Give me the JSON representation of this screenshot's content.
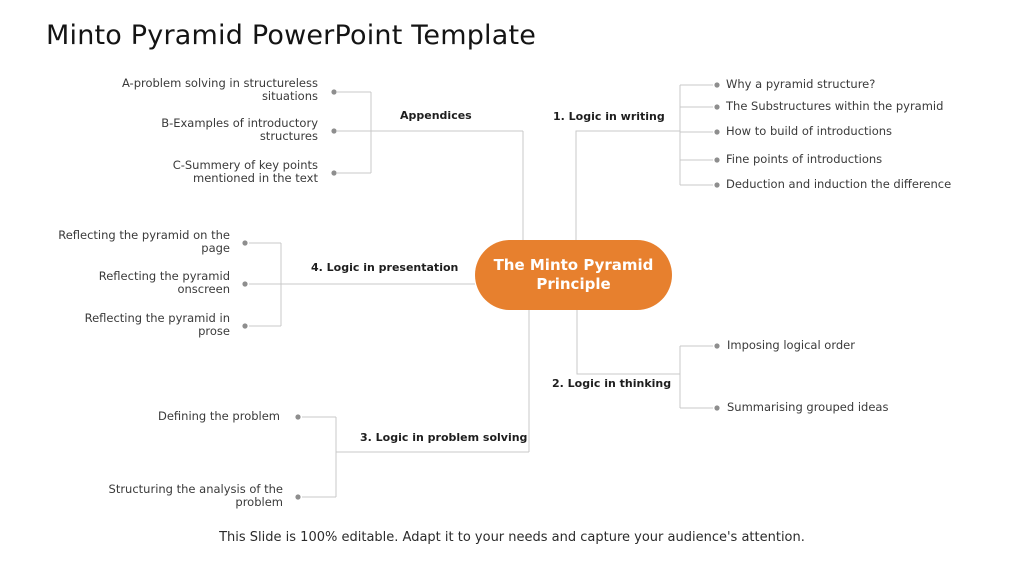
{
  "slide": {
    "title": "Minto Pyramid PowerPoint Template",
    "footer": "This Slide is 100% editable. Adapt it to your needs and capture your audience's attention."
  },
  "center_node": {
    "label": "The Minto Pyramid\nPrinciple"
  },
  "branches": {
    "appendices": {
      "label": "Appendices",
      "items": [
        "A-problem solving in structureless\nsituations",
        "B-Examples of introductory\nstructures",
        "C-Summery of key points\nmentioned in the text"
      ]
    },
    "writing": {
      "label": "1. Logic in writing",
      "items": [
        "Why a pyramid structure?",
        "The Substructures within the pyramid",
        "How to build of introductions",
        "Fine points of introductions",
        "Deduction and induction the difference"
      ]
    },
    "thinking": {
      "label": "2. Logic in thinking",
      "items": [
        "Imposing logical order",
        "Summarising grouped ideas"
      ]
    },
    "problem_solving": {
      "label": "3. Logic in problem solving",
      "items": [
        "Defining the problem",
        "Structuring the analysis of the\nproblem"
      ]
    },
    "presentation": {
      "label": "4. Logic in presentation",
      "items": [
        "Reflecting the pyramid on the\npage",
        "Reflecting the pyramid\nonscreen",
        "Reflecting the pyramid in\nprose"
      ]
    }
  },
  "colors": {
    "accent_orange": "#E7802E",
    "line_gray": "#C9C9C9",
    "dot_gray": "#8E8E8E"
  }
}
